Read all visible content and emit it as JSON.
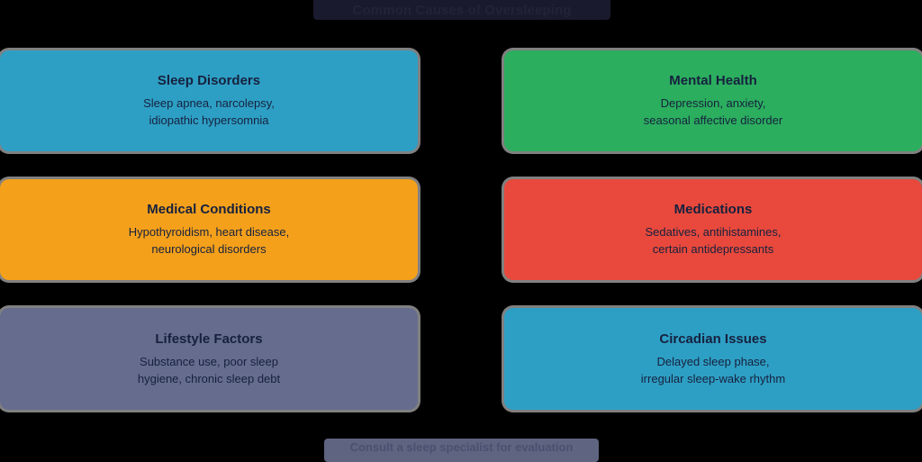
{
  "header": {
    "title": "Common Causes of Oversleeping",
    "background_color": "#1a1a2e",
    "text_color": "#232336"
  },
  "footer": {
    "title": "Consult a sleep specialist for evaluation",
    "background_color": "#5f6480",
    "text_color": "#4b5070"
  },
  "page": {
    "background_color": "#000000",
    "card_border_color": "#808080",
    "card_text_color": "#16213e"
  },
  "cards": [
    {
      "title": "Sleep Disorders",
      "line1": "Sleep apnea, narcolepsy,",
      "line2": "idiopathic hypersomnia",
      "color": "#2e9fc4"
    },
    {
      "title": "Mental Health",
      "line1": "Depression, anxiety,",
      "line2": "seasonal affective disorder",
      "color": "#2bae5e"
    },
    {
      "title": "Medical Conditions",
      "line1": "Hypothyroidism, heart disease,",
      "line2": "neurological disorders",
      "color": "#f4a01b"
    },
    {
      "title": "Medications",
      "line1": "Sedatives, antihistamines,",
      "line2": "certain antidepressants",
      "color": "#e8493c"
    },
    {
      "title": "Lifestyle Factors",
      "line1": "Substance use, poor sleep",
      "line2": "hygiene, chronic sleep debt",
      "color": "#666c8e"
    },
    {
      "title": "Circadian Issues",
      "line1": "Delayed sleep phase,",
      "line2": "irregular sleep-wake rhythm",
      "color": "#2e9fc4"
    }
  ]
}
